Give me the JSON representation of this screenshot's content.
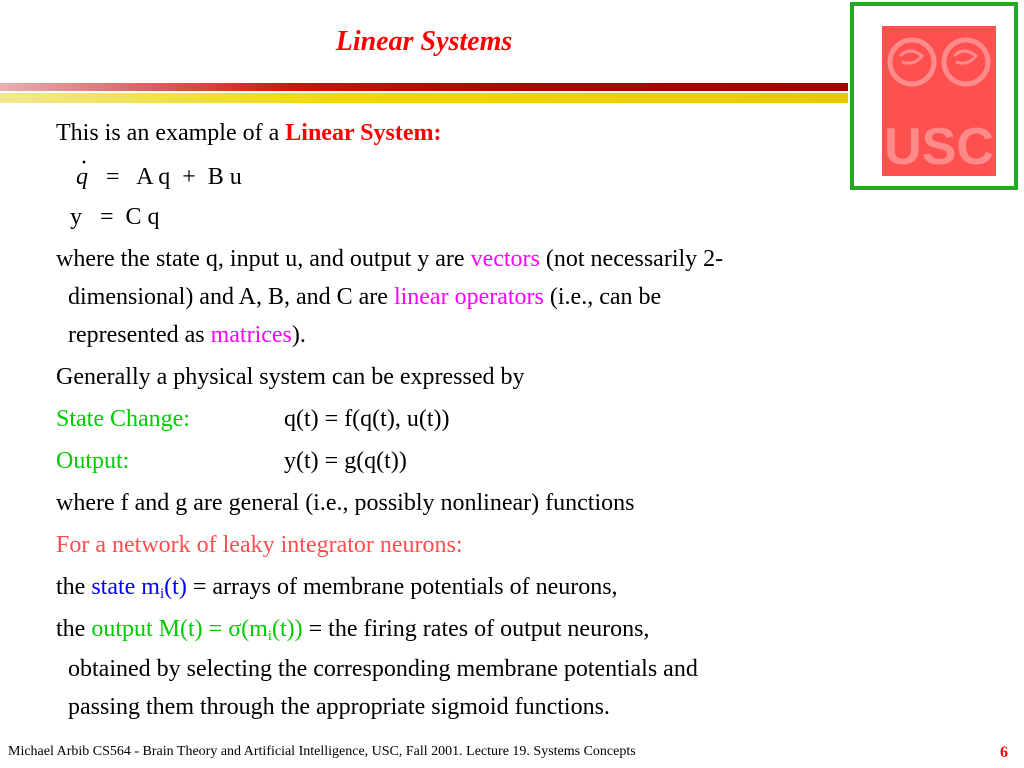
{
  "slide": {
    "title": "Linear Systems",
    "page_number": "6",
    "footer": "Michael Arbib CS564 - Brain Theory and Artificial Intelligence,  USC, Fall 2001. Lecture 19. Systems Concepts"
  },
  "colors": {
    "title": "#ff0000",
    "accent_magenta": "#ff00ff",
    "accent_green": "#00cc00",
    "accent_blue": "#0000ff",
    "logo_border": "#22a822",
    "logo_fill": "#ff5050"
  },
  "logo": {
    "text": "USC",
    "icon": "usc-brain-logo-icon"
  },
  "body": {
    "intro": {
      "pre": "This is an example of a ",
      "highlight": "Linear System:"
    },
    "eq1": {
      "lhs": "q",
      "dot": "·",
      "rhs": "=   A q  +  B u"
    },
    "eq2": "y   =  C q",
    "para1": {
      "l1_a": "where the state q, input u, and output y are ",
      "l1_b": "vectors",
      "l1_c": " (not necessarily 2-",
      "l2_a": "dimensional) and A, B, and C are ",
      "l2_b": "linear operators",
      "l2_c": " (i.e., can be",
      "l3_a": "represented as ",
      "l3_b": "matrices",
      "l3_c": ")."
    },
    "generally": "Generally a physical system can be expressed by",
    "state_change": {
      "label": "State Change:",
      "expr": "q(t) = f(q(t), u(t))"
    },
    "output": {
      "label": "Output:",
      "expr": "y(t) = g(q(t))"
    },
    "where_fg": "where f and g are general (i.e., possibly nonlinear) functions",
    "network": "For a network of leaky integrator neurons:",
    "state_line": {
      "pre": "the ",
      "state": "state m",
      "sub": "i",
      "t": "(t)",
      "rest": " = arrays of membrane potentials of  neurons,"
    },
    "output_line": {
      "pre": "the ",
      "output": "output M(t) = σ(m",
      "sub": "i",
      "t": "(t))",
      "rest": " = the firing rates of output neurons,"
    },
    "obtained1": "obtained by selecting the corresponding membrane potentials and",
    "obtained2": "passing them through the appropriate sigmoid functions."
  }
}
